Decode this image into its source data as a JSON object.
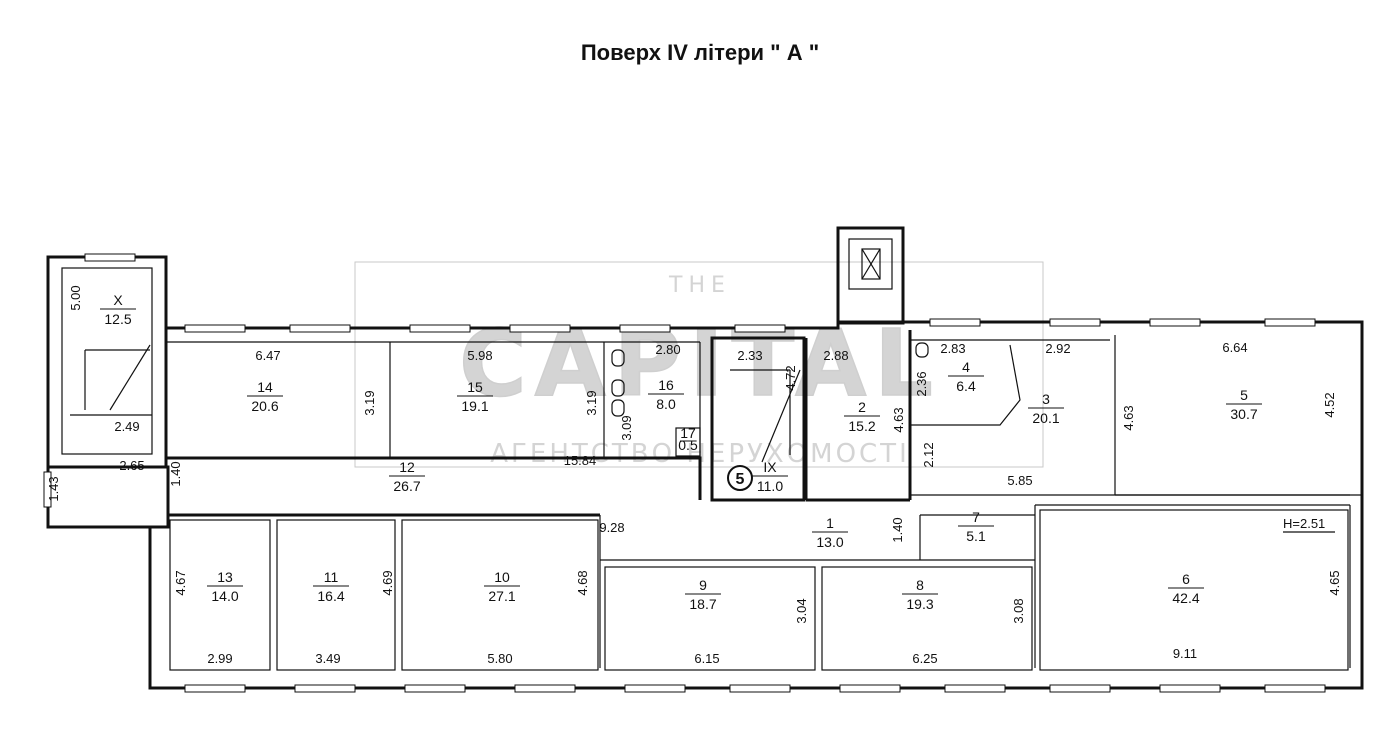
{
  "title": "Поверх IV літери \" А \"",
  "rooms": [
    {
      "id": "X",
      "number": "X",
      "area": "12.5"
    },
    {
      "id": "14",
      "number": "14",
      "area": "20.6"
    },
    {
      "id": "15",
      "number": "15",
      "area": "19.1"
    },
    {
      "id": "16",
      "number": "16",
      "area": "8.0"
    },
    {
      "id": "17",
      "number": "17",
      "area": "0.5"
    },
    {
      "id": "IX",
      "number": "IX",
      "area": "11.0"
    },
    {
      "id": "2",
      "number": "2",
      "area": "15.2"
    },
    {
      "id": "4",
      "number": "4",
      "area": "6.4"
    },
    {
      "id": "3",
      "number": "3",
      "area": "20.1"
    },
    {
      "id": "5",
      "number": "5",
      "area": "30.7"
    },
    {
      "id": "12",
      "number": "12",
      "area": "26.7"
    },
    {
      "id": "1",
      "number": "1",
      "area": "13.0"
    },
    {
      "id": "7",
      "number": "7",
      "area": "5.1"
    },
    {
      "id": "13",
      "number": "13",
      "area": "14.0"
    },
    {
      "id": "11",
      "number": "11",
      "area": "16.4"
    },
    {
      "id": "10",
      "number": "10",
      "area": "27.1"
    },
    {
      "id": "9",
      "number": "9",
      "area": "18.7"
    },
    {
      "id": "8",
      "number": "8",
      "area": "19.3"
    },
    {
      "id": "6",
      "number": "6",
      "area": "42.4"
    }
  ],
  "dimensions": [
    "5.00",
    "2.49",
    "2.65",
    "1.43",
    "1.40",
    "6.47",
    "3.19",
    "5.98",
    "3.19",
    "2.80",
    "3.09",
    "15.84",
    "2.33",
    "4.72",
    "2.88",
    "4.63",
    "2.83",
    "2.36",
    "2.12",
    "2.92",
    "4.63",
    "5.85",
    "6.64",
    "4.52",
    "9.28",
    "1.40",
    "4.67",
    "4.69",
    "4.68",
    "3.04",
    "3.08",
    "4.65",
    "2.99",
    "3.49",
    "5.80",
    "6.15",
    "6.25",
    "9.11"
  ],
  "stair_marker": "5",
  "height_note": "H=2.51",
  "watermark": {
    "line1": "THE",
    "line2": "CAPITAL",
    "line3": "АГЕНТСТВО НЕРУХОМОСТІ"
  }
}
